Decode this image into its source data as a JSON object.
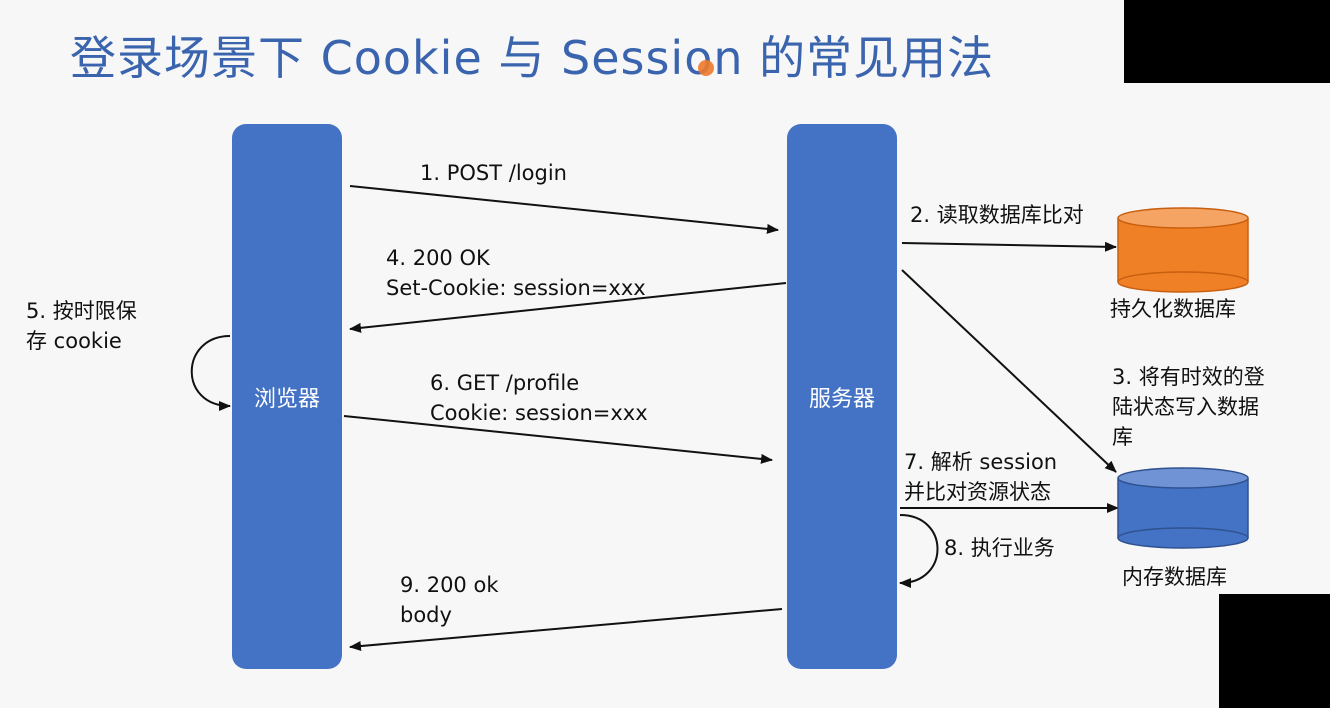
{
  "title": "登录场景下 Cookie 与 Session 的常见用法",
  "nodes": {
    "browser": "浏览器",
    "server": "服务器",
    "persistent_db": "持久化数据库",
    "memory_db": "内存数据库"
  },
  "steps": {
    "s1": "1. POST /login",
    "s2": "2. 读取数据库比对",
    "s3": [
      "3. 将有时效的登",
      "陆状态写入数据",
      "库"
    ],
    "s4": [
      "4. 200 OK",
      "Set-Cookie: session=xxx"
    ],
    "s5": [
      "5. 按时限保",
      "存 cookie"
    ],
    "s6": [
      "6. GET /profile",
      "Cookie: session=xxx"
    ],
    "s7": [
      "7. 解析 session",
      "并比对资源状态"
    ],
    "s8": "8. 执行业务",
    "s9": [
      "9. 200 ok",
      "body"
    ]
  },
  "colors": {
    "title": "#3a64ad",
    "bar": "#4472c4",
    "persistent_db": "#f08025",
    "memory_db": "#4472c4"
  }
}
